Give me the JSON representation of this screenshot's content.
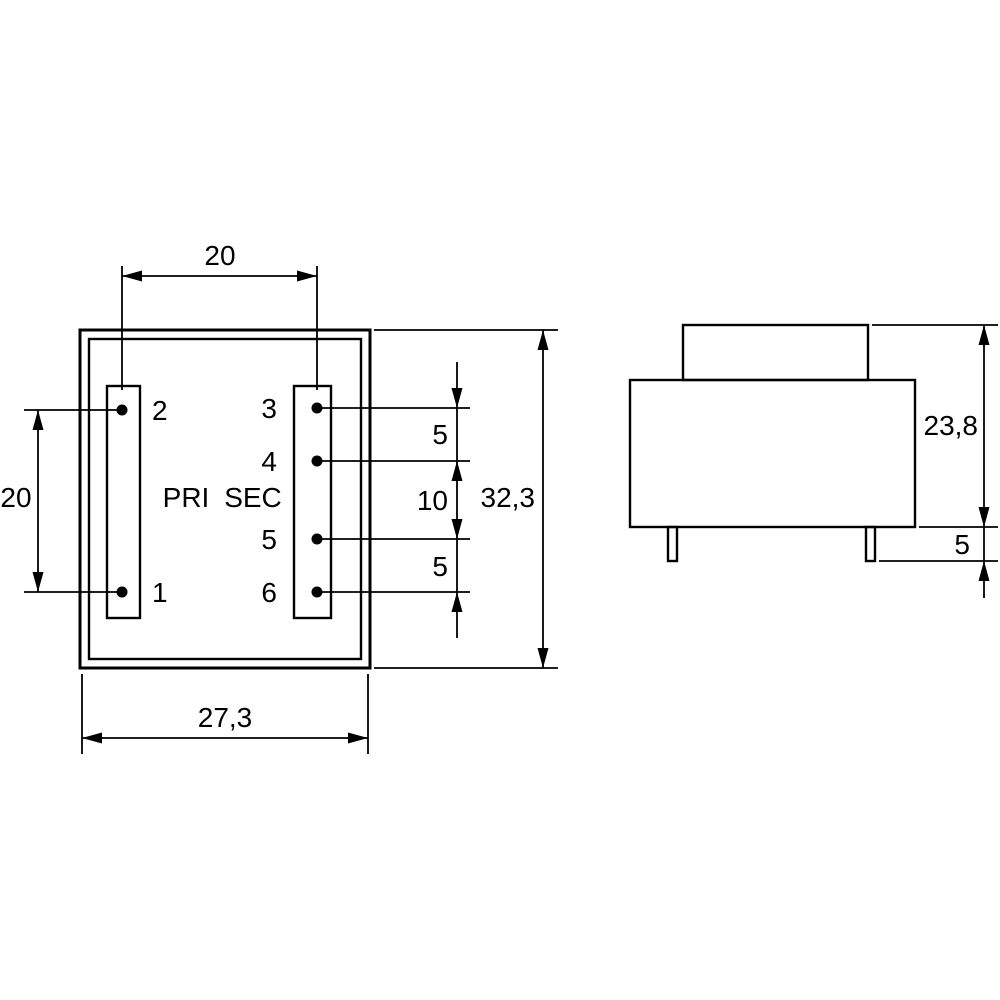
{
  "colors": {
    "line": "#000000",
    "background": "#ffffff"
  },
  "top_view": {
    "pri_label": "PRI",
    "sec_label": "SEC",
    "pins": {
      "p1": "1",
      "p2": "2",
      "p3": "3",
      "p4": "4",
      "p5": "5",
      "p6": "6"
    },
    "dims": {
      "pin_column_spacing": "20",
      "pri_pin_spacing": "20",
      "overall_width": "27,3",
      "overall_height": "32,3",
      "sec_gap_3_4": "5",
      "sec_gap_4_5": "10",
      "sec_gap_5_6": "5"
    }
  },
  "side_view": {
    "dims": {
      "body_height": "23,8",
      "pin_length": "5"
    }
  }
}
